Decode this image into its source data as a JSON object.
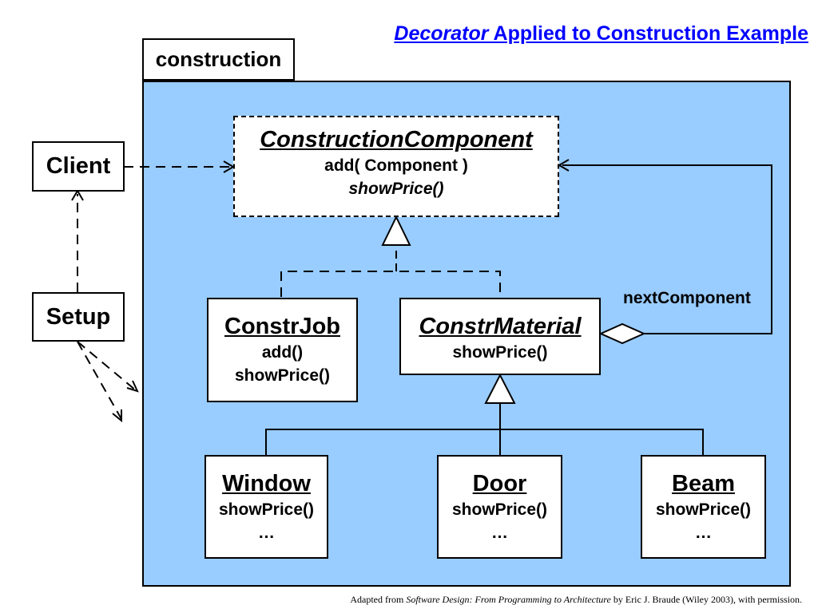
{
  "title": {
    "italic_part": "Decorator",
    "rest": " Applied to Construction Example"
  },
  "package": {
    "name": "construction"
  },
  "actors": {
    "client": "Client",
    "setup": "Setup"
  },
  "classes": {
    "construction_component": {
      "name": "ConstructionComponent",
      "op1": "add( Component )",
      "op2": "showPrice()"
    },
    "constr_job": {
      "name": "ConstrJob",
      "op1": "add()",
      "op2": "showPrice()"
    },
    "constr_material": {
      "name": "ConstrMaterial",
      "op1": "showPrice()"
    },
    "window": {
      "name": "Window",
      "op1": "showPrice()",
      "op2": "…"
    },
    "door": {
      "name": "Door",
      "op1": "showPrice()",
      "op2": "…"
    },
    "beam": {
      "name": "Beam",
      "op1": "showPrice()",
      "op2": "…"
    }
  },
  "association_role": "nextComponent",
  "footer": {
    "prefix": "Adapted from ",
    "book": "Software Design: From Programming to Architecture",
    "suffix": " by Eric J. Braude (Wiley 2003), with permission."
  }
}
